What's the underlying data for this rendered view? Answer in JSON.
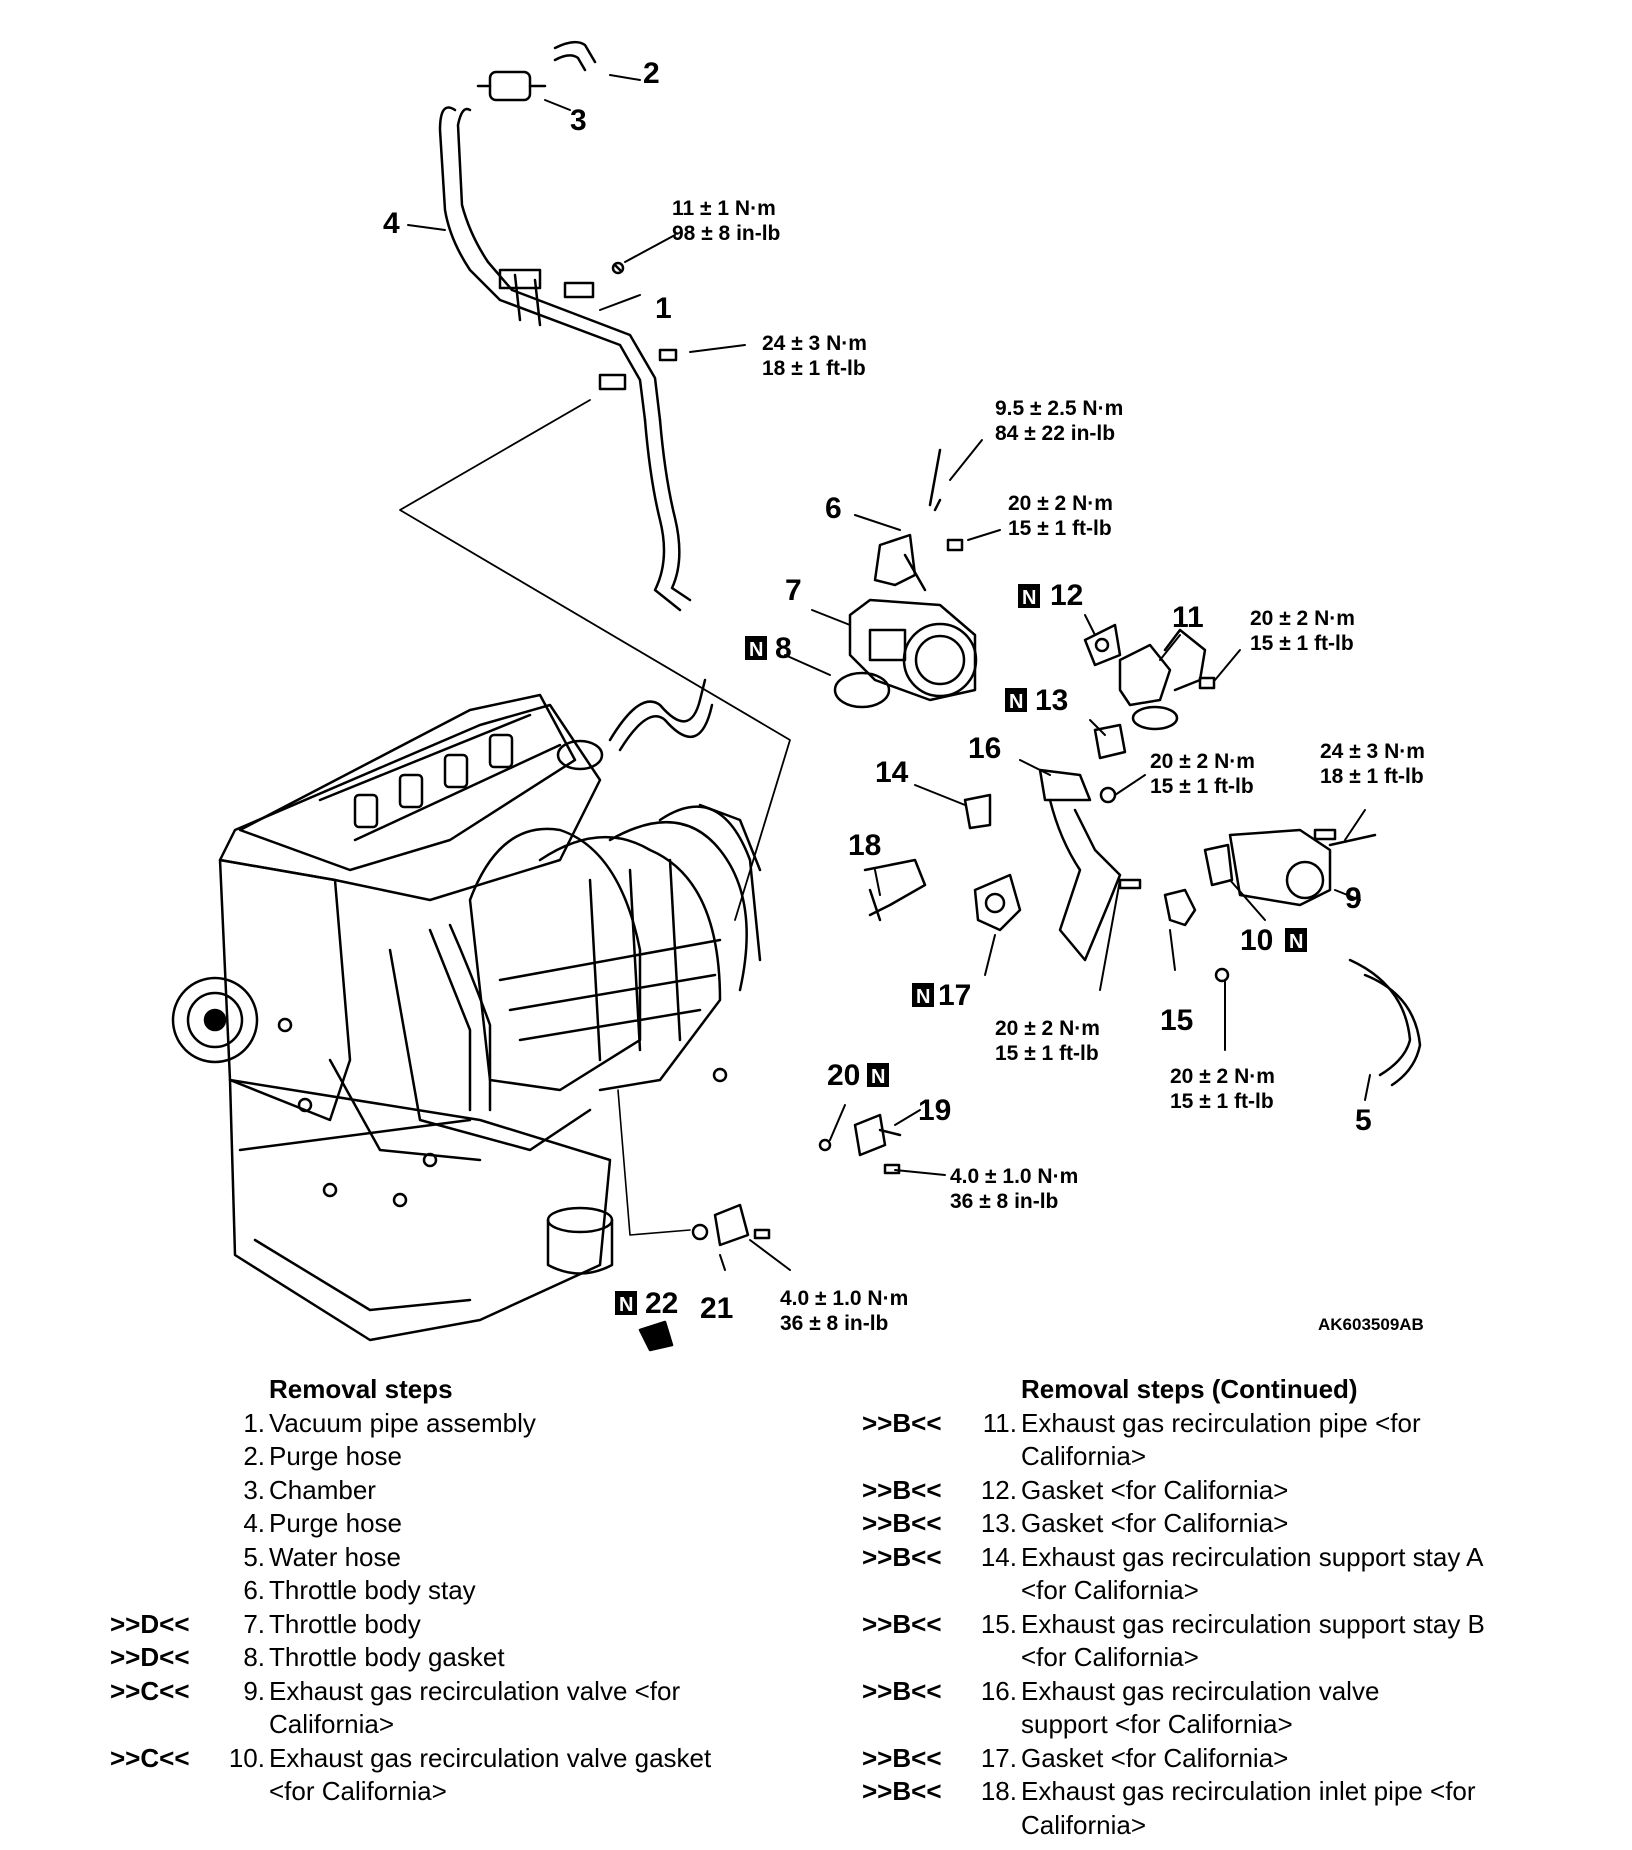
{
  "figure_id": "AK603509AB",
  "callouts": [
    "1",
    "2",
    "3",
    "4",
    "5",
    "6",
    "7",
    "8",
    "9",
    "10",
    "11",
    "12",
    "13",
    "14",
    "15",
    "16",
    "17",
    "18",
    "19",
    "20",
    "21",
    "22"
  ],
  "new_part_mark": "N",
  "torques": {
    "t1": [
      "11 ± 1 N·m",
      "98 ± 8 in-lb"
    ],
    "t2": [
      "24 ± 3 N·m",
      "18 ± 1 ft-lb"
    ],
    "t3": [
      "9.5 ± 2.5 N·m",
      "84 ± 22 in-lb"
    ],
    "t4": [
      "20 ± 2 N·m",
      "15 ± 1 ft-lb"
    ],
    "t5": [
      "20 ± 2 N·m",
      "15 ± 1 ft-lb"
    ],
    "t6": [
      "20 ± 2 N·m",
      "15 ± 1 ft-lb"
    ],
    "t7": [
      "24 ± 3 N·m",
      "18 ± 1 ft-lb"
    ],
    "t8": [
      "20 ± 2 N·m",
      "15 ± 1 ft-lb"
    ],
    "t9": [
      "20 ± 2 N·m",
      "15 ± 1 ft-lb"
    ],
    "t10": [
      "4.0 ± 1.0 N·m",
      "36 ± 8 in-lb"
    ],
    "t11": [
      "4.0 ± 1.0 N·m",
      "36 ± 8 in-lb"
    ]
  },
  "steps_left": {
    "title": "Removal steps",
    "items": [
      {
        "code": "",
        "num": "1.",
        "text": "Vacuum pipe assembly"
      },
      {
        "code": "",
        "num": "2.",
        "text": "Purge hose"
      },
      {
        "code": "",
        "num": "3.",
        "text": "Chamber"
      },
      {
        "code": "",
        "num": "4.",
        "text": "Purge hose"
      },
      {
        "code": "",
        "num": "5.",
        "text": "Water hose"
      },
      {
        "code": "",
        "num": "6.",
        "text": "Throttle body stay"
      },
      {
        "code": ">>D<<",
        "num": "7.",
        "text": "Throttle body"
      },
      {
        "code": ">>D<<",
        "num": "8.",
        "text": "Throttle body gasket"
      },
      {
        "code": ">>C<<",
        "num": "9.",
        "text": "Exhaust gas recirculation valve <for California>"
      },
      {
        "code": ">>C<<",
        "num": "10.",
        "text": "Exhaust gas recirculation valve gasket <for California>"
      }
    ]
  },
  "steps_right": {
    "title": "Removal steps (Continued)",
    "items": [
      {
        "code": ">>B<<",
        "num": "11.",
        "text": "Exhaust gas recirculation pipe <for California>"
      },
      {
        "code": ">>B<<",
        "num": "12.",
        "text": "Gasket <for California>"
      },
      {
        "code": ">>B<<",
        "num": "13.",
        "text": "Gasket <for California>"
      },
      {
        "code": ">>B<<",
        "num": "14.",
        "text": "Exhaust gas recirculation support stay A <for California>"
      },
      {
        "code": ">>B<<",
        "num": "15.",
        "text": "Exhaust gas recirculation support stay B <for California>"
      },
      {
        "code": ">>B<<",
        "num": "16.",
        "text": "Exhaust gas recirculation valve support <for California>"
      },
      {
        "code": ">>B<<",
        "num": "17.",
        "text": "Gasket <for California>"
      },
      {
        "code": ">>B<<",
        "num": "18.",
        "text": "Exhaust gas recirculation inlet pipe <for California>"
      }
    ]
  }
}
